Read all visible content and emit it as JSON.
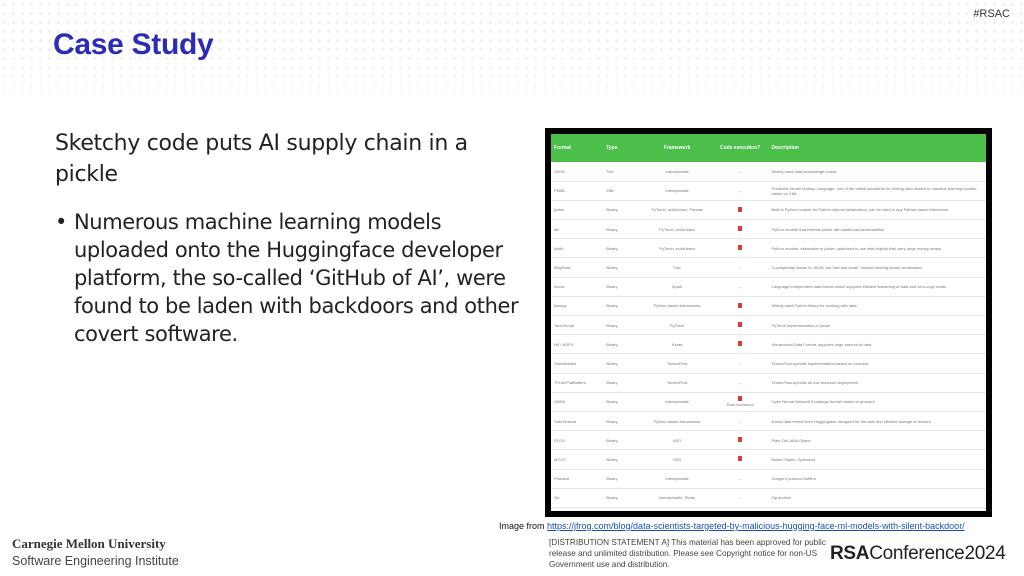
{
  "header": {
    "hashtag": "#RSAC",
    "title": "Case Study"
  },
  "content": {
    "subtitle": "Sketchy code puts AI supply chain in a pickle",
    "bullet": "Numerous machine learning models uploaded onto the Huggingface developer platform, the so-called ‘GitHub of AI’, were found to be laden with backdoors and other covert software."
  },
  "table": {
    "headers": [
      "Format",
      "Type",
      "Framework",
      "Code execution?",
      "Description"
    ],
    "rows": [
      {
        "format": "JSON",
        "type": "Text",
        "framework": "Interoperable",
        "exec": false,
        "description": "Widely used data interchange format"
      },
      {
        "format": "PMML",
        "type": "XML",
        "framework": "Interoperable",
        "exec": false,
        "description": "Predictive Model Markup Language, one of the oldest standards for storing data related to machine learning models; based on XML"
      },
      {
        "format": "pickle",
        "type": "Binary",
        "framework": "PyTorch, scikit-learn, Pandas",
        "exec": true,
        "description": "Built-in Python module for Python objects serialization; can be used in any Python-based framework"
      },
      {
        "format": "dill",
        "type": "Binary",
        "framework": "PyTorch, scikit-learn",
        "exec": true,
        "description": "Python module that extends pickle with additional functionalities"
      },
      {
        "format": "joblib",
        "type": "Binary",
        "framework": "PyTorch, scikit-learn",
        "exec": true,
        "description": "Python module, alternative to pickle; optimized to use with objects that carry large numpy arrays"
      },
      {
        "format": "MsgPack",
        "type": "Binary",
        "framework": "Flax",
        "exec": false,
        "description": "Conceptually similar to JSON, but 'fast and small', instead utilizing binary serialization"
      },
      {
        "format": "Arrow",
        "type": "Binary",
        "framework": "Spark",
        "exec": false,
        "description": "Language independent data format which supports efficient streaming of data and zero-copy reads"
      },
      {
        "format": "Numpy",
        "type": "Binary",
        "framework": "Python-based frameworks",
        "exec": true,
        "description": "Widely used Python library for working with data"
      },
      {
        "format": "TorchScript",
        "type": "Binary",
        "framework": "PyTorch",
        "exec": true,
        "description": "PyTorch implementation of pickle"
      },
      {
        "format": "H5 / HDF5",
        "type": "Binary",
        "framework": "Keras",
        "exec": true,
        "description": "Hierarchical Data Format, supports large amount of data"
      },
      {
        "format": "SavedModel",
        "type": "Binary",
        "framework": "TensorFlow",
        "exec": false,
        "description": "TensorFlow-specific implementation based on protobuf"
      },
      {
        "format": "TFLite/FlatBuffers",
        "type": "Binary",
        "framework": "TensorFlow",
        "exec": false,
        "description": "TensorFlow-specific for low resource deployment"
      },
      {
        "format": "ONNX",
        "type": "Binary",
        "framework": "Interoperable",
        "exec": true,
        "exec_note": "Rare scenarios",
        "description": "Open Neural Network Exchange format based on protobuf"
      },
      {
        "format": "SafeTensors",
        "type": "Binary",
        "framework": "Python-based frameworks",
        "exec": false,
        "description": "A new data format from Huggingface designed for the safe and efficient storage of tensors"
      },
      {
        "format": "POJO",
        "type": "Binary",
        "framework": "H2O",
        "exec": true,
        "description": "Plain Old JAVA Object"
      },
      {
        "format": "MOJO",
        "type": "Binary",
        "framework": "H2O",
        "exec": true,
        "description": "Model Object, Optimized"
      },
      {
        "format": "Protobuf",
        "type": "Binary",
        "framework": "Interoperable",
        "exec": false,
        "description": "Google's protocol buffers"
      },
      {
        "format": "Zip",
        "type": "Binary",
        "framework": "Interoperable, Pickle",
        "exec": false,
        "description": "Zip archive"
      }
    ]
  },
  "caption": {
    "prefix": "Image from ",
    "link": "https://jfrog.com/blog/data-scientists-targeted-by-malicious-hugging-face-ml-models-with-silent-backdoor/"
  },
  "footer": {
    "cmu_name": "Carnegie Mellon University",
    "cmu_sei": "Software Engineering Institute",
    "distribution": "[DISTRIBUTION STATEMENT A] This material has been approved for public release and unlimited distribution.  Please see Copyright notice for non-US Government use and distribution.",
    "rsa_brand": "RSA",
    "rsa_rest": "Conference2024"
  }
}
